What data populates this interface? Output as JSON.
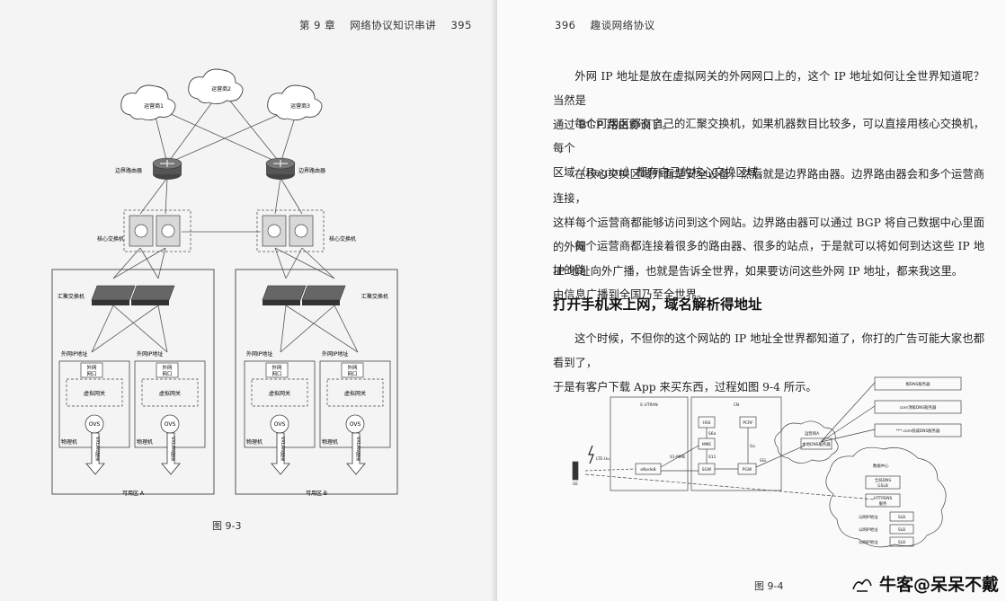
{
  "left_page": {
    "running_head": {
      "chapter": "第 9 章",
      "title": "网络协议知识串讲",
      "page_number": "395"
    },
    "figure": {
      "caption": "图 9-3",
      "clouds": [
        "运营商1",
        "运营商2",
        "运营商3"
      ],
      "border_router_left": "边界路由器",
      "border_router_right": "边界路由器",
      "core_switch_left": "核心交换机",
      "core_switch_right": "核心交换机",
      "agg_switch_left": "汇聚交换机",
      "agg_switch_right": "汇聚交换机",
      "public_ip": "外网IP地址",
      "public_port": [
        "外网",
        "网口"
      ],
      "vgw": "虚拟网关",
      "ovs": "OVS",
      "host": "物理机",
      "vxlan": "VXLAN隧道",
      "az_a": "可用区 A",
      "az_b": "可用区 B"
    }
  },
  "right_page": {
    "running_head": {
      "page_number": "396",
      "book_title": "趣谈网络协议"
    },
    "paragraphs": [
      [
        "外网 IP 地址是放在虚拟网关的外网网口上的，这个 IP 地址如何让全世界知道呢？当然是",
        "通过 BGP 路由协议了。"
      ],
      [
        "每个可用区都有自己的汇聚交换机，如果机器数目比较多，可以直接用核心交换机，每个",
        "区域（Region）都有自己的核心交换区域。"
      ],
      [
        "在核心交换区域外面是安全设备，然后就是边界路由器。边界路由器会和多个运营商连接，",
        "这样每个运营商都能够访问到这个网站。边界路由器可以通过 BGP 将自己数据中心里面的外网",
        "IP 地址向外广播，也就是告诉全世界，如果要访问这些外网 IP 地址，都来我这里。"
      ],
      [
        "每个运营商都连接着很多的路由器、很多的站点，于是就可以将如何到达这些 IP 地址的路",
        "由信息广播到全国乃至全世界。"
      ]
    ],
    "section_heading": "打开手机来上网，域名解析得地址",
    "paragraph_after": [
      "这个时候，不但你的这个网站的 IP 地址全世界都知道了，你打的广告可能大家也都看到了，",
      "于是有客户下载 App 来买东西，过程如图 9-4 所示。"
    ],
    "figure": {
      "caption": "图 9-4",
      "eutran": "E-UTRAN",
      "cn": "CN",
      "hss": "HSS",
      "pcrf": "PCRF",
      "mme": "MME",
      "sgw": "SGW",
      "pgw": "PGW",
      "enodeb": "eNodeB",
      "ue": "UE",
      "lte_uu": "LTE-Uu",
      "s1_mme": "S1-MME",
      "s6a": "S6a",
      "s11": "S11",
      "gx": "Gx",
      "sgi": "SGi",
      "operator_cloud": "运营商A",
      "local_dns": "本地DNS服务器",
      "root_dns": "根DNS服务器",
      "com_dns": "com顶级DNS服务器",
      "auth_dns": "***.com权威DNS服务器",
      "dc_cloud": "数据中心",
      "gslb": [
        "全局DNS",
        "GSLB"
      ],
      "httpdns": [
        "HTTPDNS",
        "服务"
      ],
      "public_ip_rows": [
        "公网IP地址",
        "公网IP地址",
        "公网IP地址"
      ],
      "slb": "SLB"
    }
  },
  "watermark": "牛客@呆呆不戴"
}
